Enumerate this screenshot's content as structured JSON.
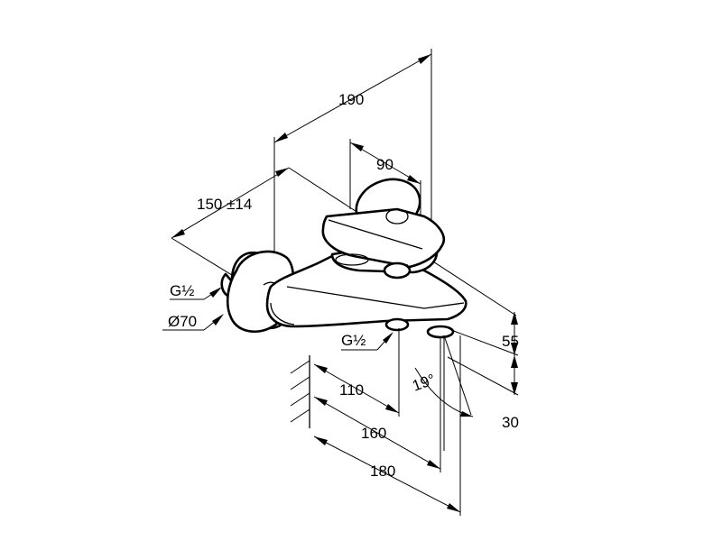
{
  "dimensions": {
    "overall_width": "190",
    "handle_width": "90",
    "wall_distance": "150 ±14",
    "thread_left": "G½",
    "flange_diameter": "Ø70",
    "height_upper": "55",
    "height_lower": "30",
    "thread_bottom": "G½",
    "projection_a": "110",
    "angle": "19°",
    "projection_b": "160",
    "projection_c": "180"
  }
}
